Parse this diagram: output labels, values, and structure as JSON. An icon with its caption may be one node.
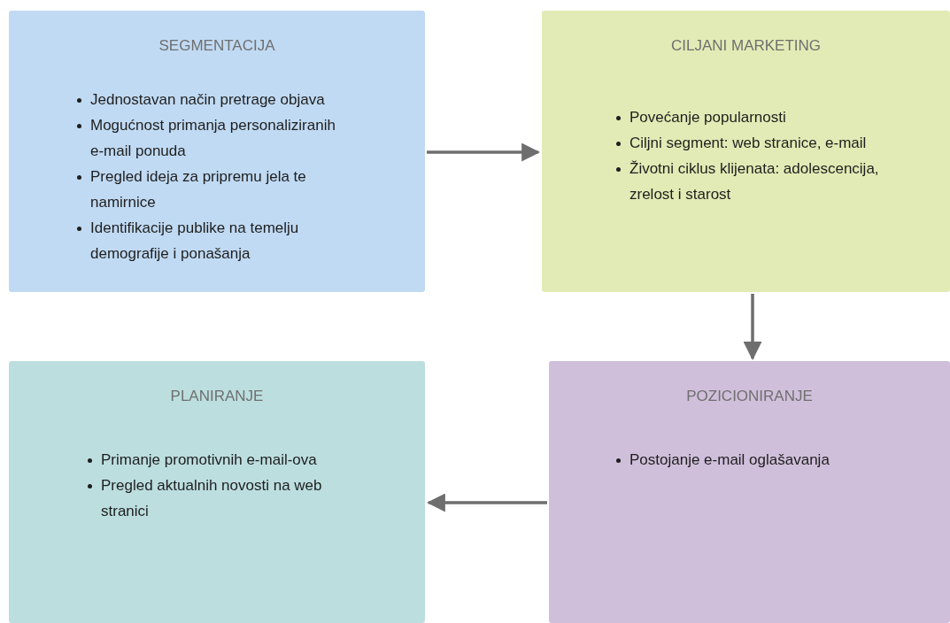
{
  "diagram": {
    "nodes": [
      {
        "text": [
          "SEGMENTACIJA",
          "Jednostavan način pretrage objava",
          "Mogućnost primanja personaliziranih e-mail ponuda",
          "Pregled ideja za pripremu jela te namirnice",
          "Identifikacije publike na temelju demografije i ponašanja"
        ]
      },
      {
        "text": [
          "CILJANI MARKETING",
          "Povećanje popularnosti",
          "Ciljni segment: web stranice, e-mail",
          "Životni ciklus klijenata: adolescencija, zrelost i starost"
        ]
      },
      {
        "text": [
          "PLANIRANJE",
          "Primanje promotivnih e-mail-ova",
          "Pregled aktualnih novosti na web stranici"
        ]
      },
      {
        "text": [
          "POZICIONIRANJE",
          "Postojanje e-mail oglašavanja"
        ]
      }
    ],
    "edges": [
      {
        "from": 0,
        "to": 1,
        "arrow": "to"
      },
      {
        "from": 1,
        "to": 3,
        "arrow": "to"
      },
      {
        "from": 3,
        "to": 2,
        "arrow": "to"
      }
    ]
  }
}
